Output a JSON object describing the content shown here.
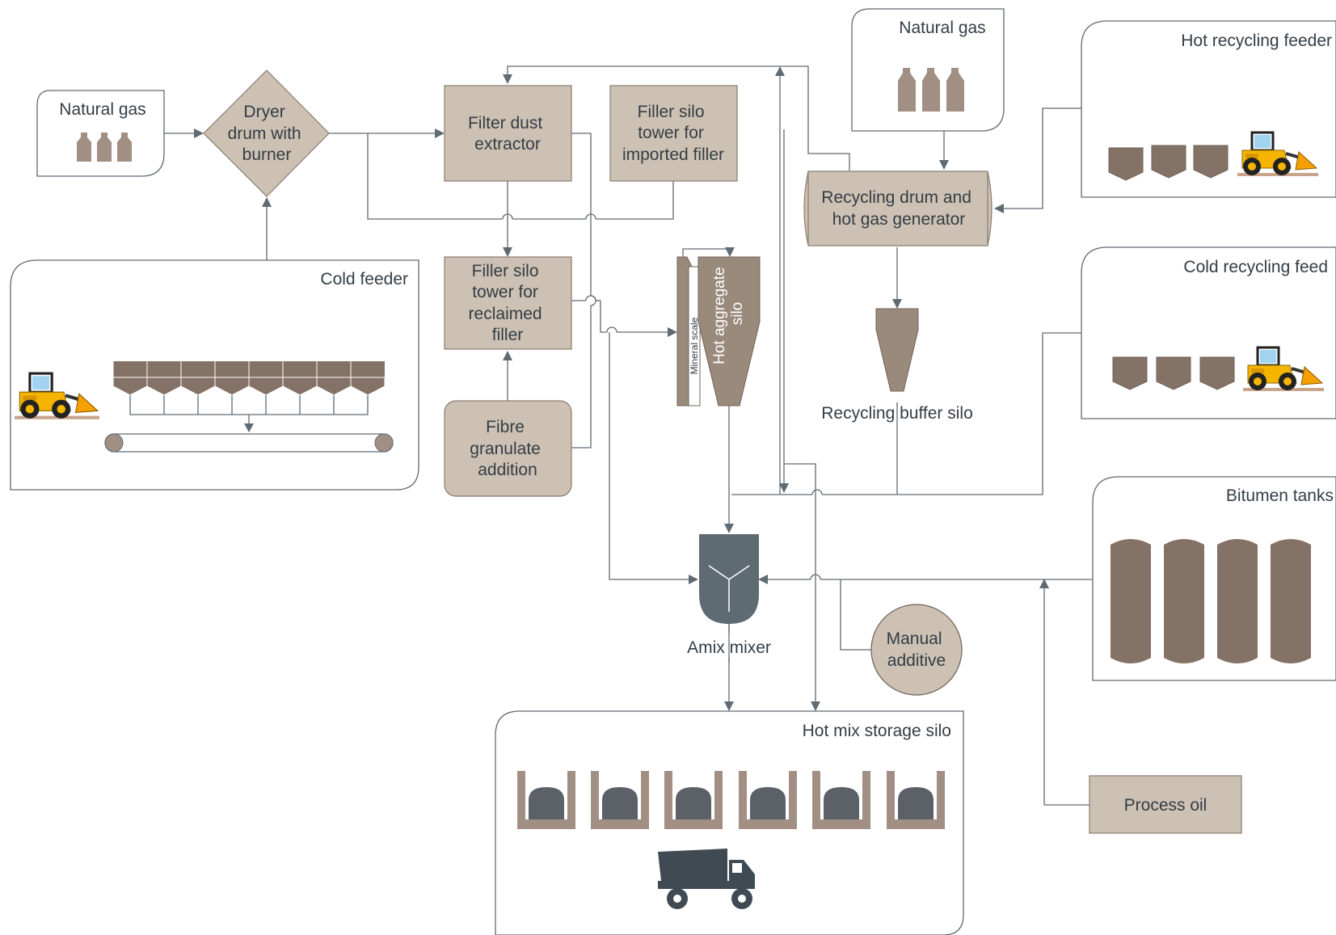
{
  "labels": {
    "natural_gas_left": "Natural gas",
    "dryer_drum": [
      "Dryer",
      "drum with",
      "burner"
    ],
    "filter_dust_extractor": [
      "Filter dust",
      "extractor"
    ],
    "filler_silo_imported": [
      "Filler silo",
      "tower for",
      "imported filler"
    ],
    "natural_gas_right": "Natural gas",
    "hot_recycling_feeder": "Hot recycling feeder",
    "recycling_drum": [
      "Recycling drum and",
      "hot gas generator"
    ],
    "cold_feeder": "Cold feeder",
    "filler_silo_reclaimed": [
      "Filler silo",
      "tower for",
      "reclaimed",
      "filler"
    ],
    "fibre_granulate": [
      "Fibre",
      "granulate",
      "addition"
    ],
    "mineral_scale": "Mineral scale",
    "hot_aggregate_silo": [
      "Hot aggregate",
      "silo"
    ],
    "recycling_buffer_silo": "Recycling buffer silo",
    "cold_recycling_feed": "Cold recycling feed",
    "bitumen_tanks": "Bitumen tanks",
    "amix_mixer": "Amix mixer",
    "manual_additive": [
      "Manual",
      "additive"
    ],
    "hot_mix_storage_silo": "Hot mix storage silo",
    "process_oil": "Process oil"
  },
  "icons": [
    "gas-cylinders-icon",
    "wheel-loader-icon",
    "dump-truck-icon",
    "mixer-icon",
    "conveyor-belt-icon"
  ],
  "colors": {
    "box_fill": "#cdc1b4",
    "dark_fill": "#9a8a7c",
    "hopper_fill": "#857266",
    "line": "#5f6b73",
    "mixer": "#5f6b73",
    "loader_yellow": "#f5b400"
  }
}
